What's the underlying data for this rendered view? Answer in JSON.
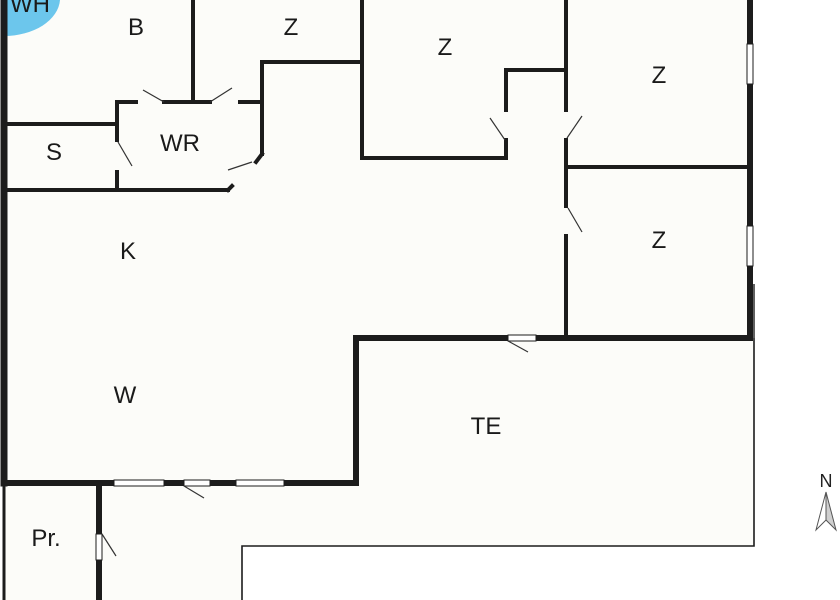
{
  "rooms": {
    "wh": "WH",
    "b": "B",
    "z1": "Z",
    "z2": "Z",
    "z3": "Z",
    "z4": "Z",
    "wr": "WR",
    "s": "S",
    "k": "K",
    "w": "W",
    "te": "TE",
    "pr": "Pr."
  },
  "compass": {
    "label": "N"
  },
  "colors": {
    "background": "#ffffff",
    "floor": "#fcfcf9",
    "wall": "#1c1c1c",
    "whirlpool": "#6cc6ec"
  }
}
